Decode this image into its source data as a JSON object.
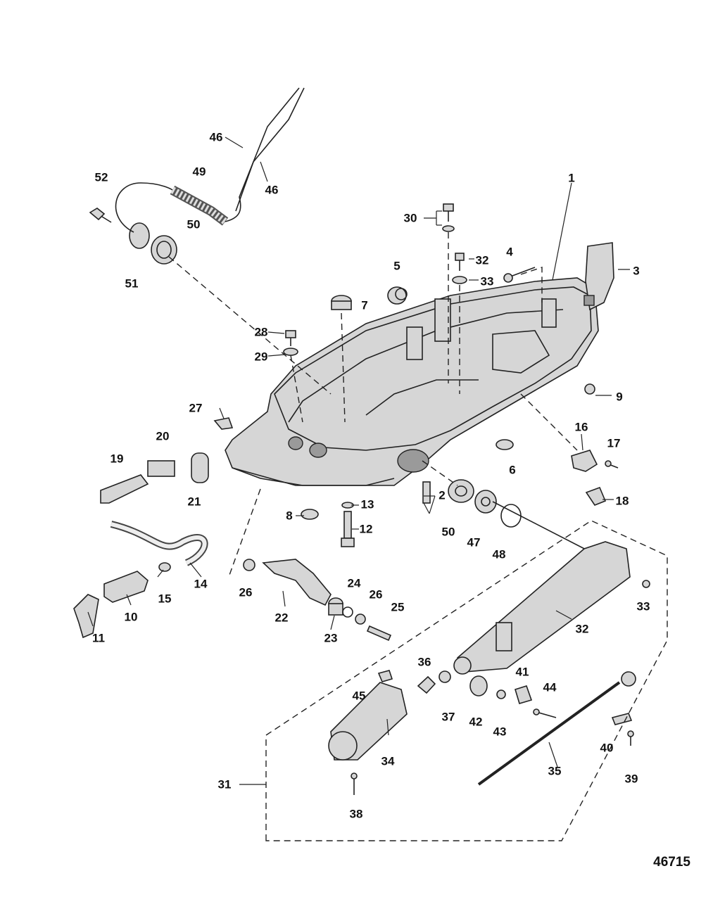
{
  "figure_id": "46715",
  "callouts": [
    {
      "id": "c1",
      "text": "1"
    },
    {
      "id": "c2",
      "text": "2"
    },
    {
      "id": "c3",
      "text": "3"
    },
    {
      "id": "c4",
      "text": "4"
    },
    {
      "id": "c5",
      "text": "5"
    },
    {
      "id": "c6",
      "text": "6"
    },
    {
      "id": "c7",
      "text": "7"
    },
    {
      "id": "c8",
      "text": "8"
    },
    {
      "id": "c9",
      "text": "9"
    },
    {
      "id": "c10",
      "text": "10"
    },
    {
      "id": "c11",
      "text": "11"
    },
    {
      "id": "c12",
      "text": "12"
    },
    {
      "id": "c13",
      "text": "13"
    },
    {
      "id": "c14",
      "text": "14"
    },
    {
      "id": "c15",
      "text": "15"
    },
    {
      "id": "c16",
      "text": "16"
    },
    {
      "id": "c17",
      "text": "17"
    },
    {
      "id": "c18",
      "text": "18"
    },
    {
      "id": "c19",
      "text": "19"
    },
    {
      "id": "c20",
      "text": "20"
    },
    {
      "id": "c21",
      "text": "21"
    },
    {
      "id": "c22",
      "text": "22"
    },
    {
      "id": "c23",
      "text": "23"
    },
    {
      "id": "c24",
      "text": "24"
    },
    {
      "id": "c25",
      "text": "25"
    },
    {
      "id": "c26a",
      "text": "26"
    },
    {
      "id": "c26b",
      "text": "26"
    },
    {
      "id": "c27",
      "text": "27"
    },
    {
      "id": "c28",
      "text": "28"
    },
    {
      "id": "c29",
      "text": "29"
    },
    {
      "id": "c30",
      "text": "30"
    },
    {
      "id": "c31",
      "text": "31"
    },
    {
      "id": "c32a",
      "text": "32"
    },
    {
      "id": "c32b",
      "text": "32"
    },
    {
      "id": "c33a",
      "text": "33"
    },
    {
      "id": "c33b",
      "text": "33"
    },
    {
      "id": "c34",
      "text": "34"
    },
    {
      "id": "c35",
      "text": "35"
    },
    {
      "id": "c36",
      "text": "36"
    },
    {
      "id": "c37",
      "text": "37"
    },
    {
      "id": "c38",
      "text": "38"
    },
    {
      "id": "c39",
      "text": "39"
    },
    {
      "id": "c40",
      "text": "40"
    },
    {
      "id": "c41",
      "text": "41"
    },
    {
      "id": "c42",
      "text": "42"
    },
    {
      "id": "c43",
      "text": "43"
    },
    {
      "id": "c44",
      "text": "44"
    },
    {
      "id": "c45",
      "text": "45"
    },
    {
      "id": "c46a",
      "text": "46"
    },
    {
      "id": "c46b",
      "text": "46"
    },
    {
      "id": "c47",
      "text": "47"
    },
    {
      "id": "c48",
      "text": "48"
    },
    {
      "id": "c49",
      "text": "49"
    },
    {
      "id": "c50a",
      "text": "50"
    },
    {
      "id": "c50b",
      "text": "50"
    },
    {
      "id": "c51",
      "text": "51"
    },
    {
      "id": "c52",
      "text": "52"
    }
  ]
}
